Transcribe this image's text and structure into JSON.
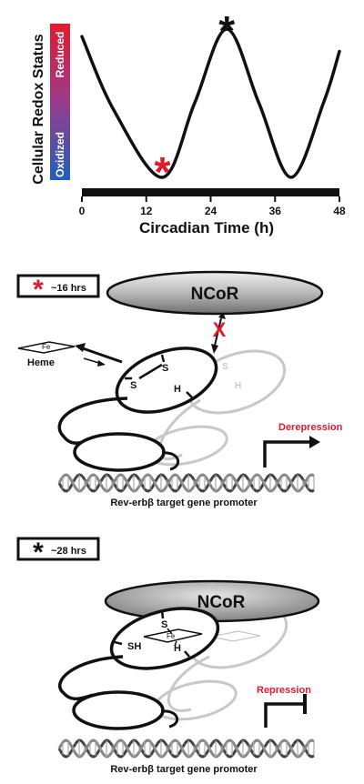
{
  "chart": {
    "ylabel": "Cellular Redox Status",
    "gradient_top": "Reduced",
    "gradient_bottom": "Oxidized",
    "xlabel": "Circadian Time (h)",
    "ticks": [
      "0",
      "12",
      "24",
      "36",
      "48"
    ],
    "trough_marker": "*",
    "peak_marker": "*"
  },
  "chart_data": {
    "type": "line",
    "x": [
      0,
      6,
      15,
      21,
      27,
      33,
      39,
      45,
      48
    ],
    "y": [
      0.95,
      0.45,
      0.0,
      0.5,
      1.0,
      0.5,
      0.0,
      0.5,
      0.85
    ],
    "xlim": [
      0,
      48
    ],
    "xticks": [
      0,
      12,
      24,
      36,
      48
    ],
    "xlabel": "Circadian Time (h)",
    "ylabel": "Cellular Redox Status",
    "yaxis_gradient": [
      "Oxidized",
      "Reduced"
    ],
    "annotations": [
      {
        "x": 15,
        "label": "*",
        "color": "#e0192b"
      },
      {
        "x": 27,
        "label": "*",
        "color": "#111111"
      }
    ]
  },
  "panel1": {
    "time_label": "~16 hrs",
    "ncor": "NCoR",
    "fe": "Fe",
    "heme": "Heme",
    "s1": "S",
    "s2": "S",
    "h": "H",
    "ghost_s": "S",
    "ghost_h": "H",
    "status": "Derepression",
    "promoter": "Rev-erbβ target gene promoter"
  },
  "panel2": {
    "time_label": "~28 hrs",
    "ncor": "NCoR",
    "fe": "Fe",
    "s_top": "S",
    "sh": "SH",
    "h": "H",
    "status": "Repression",
    "promoter": "Rev-erbβ target gene promoter"
  },
  "colors": {
    "reduced": "#e0192b",
    "oxidized": "#1f5fb8",
    "ink": "#111111",
    "ghost": "#c8c8c8",
    "status": "#e0192b"
  }
}
